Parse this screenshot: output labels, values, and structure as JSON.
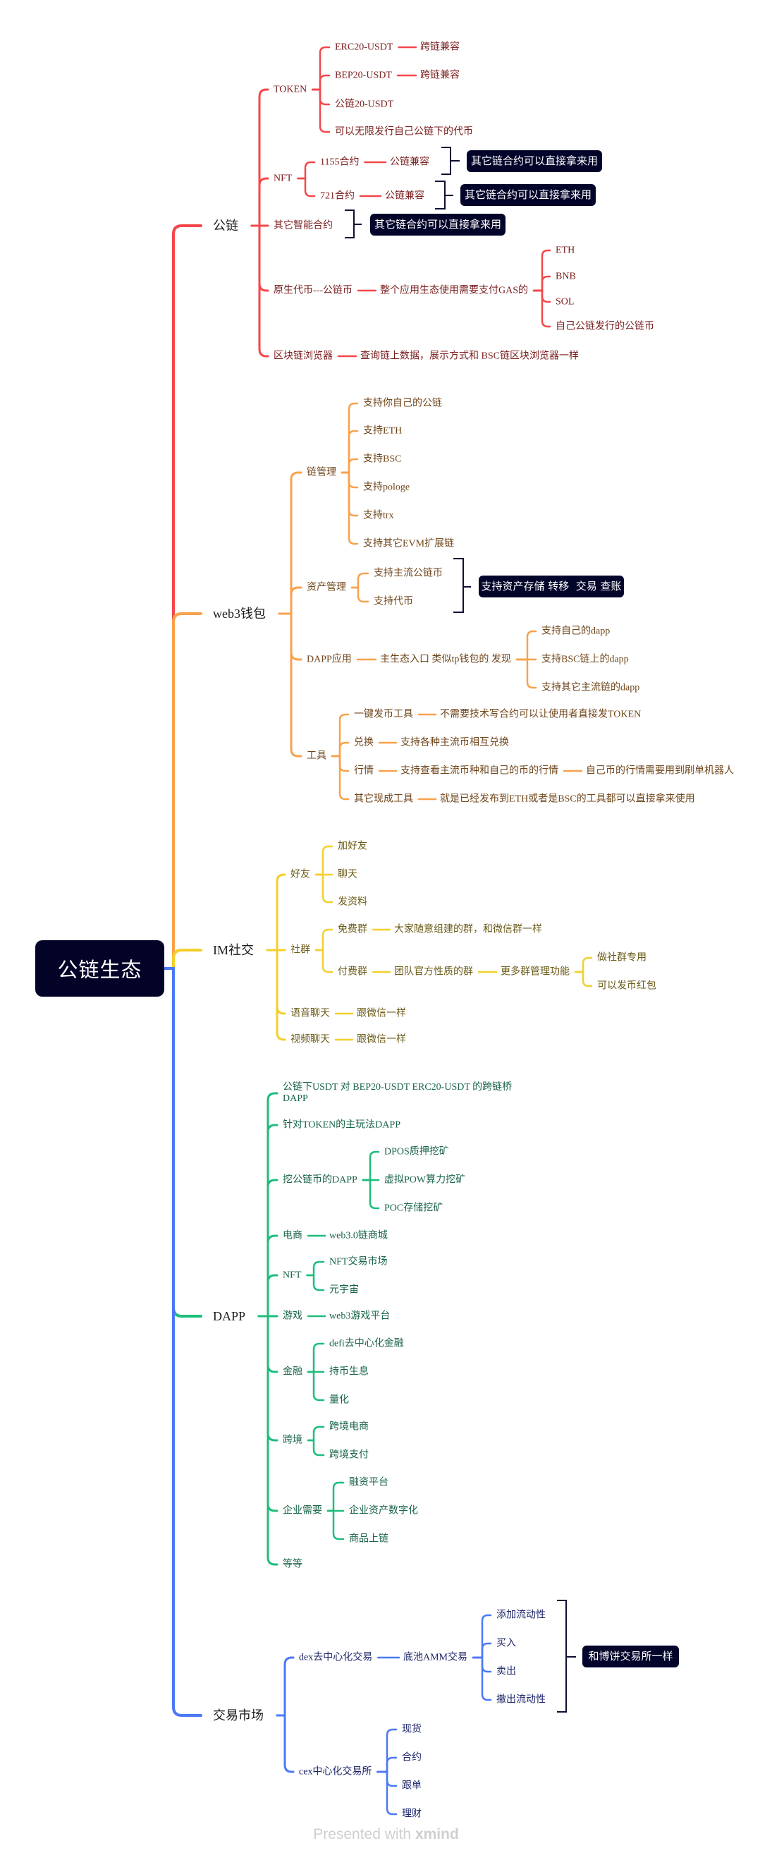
{
  "colors": {
    "central_bg": "#020326",
    "callout_bg": "#03042a",
    "bracket": "#0d0f33",
    "main_text": "#1c1c1c",
    "footer_text": "#cfcfcf",
    "branch_public_chain": {
      "line": "#f5474b",
      "text": "#7a1d1d"
    },
    "branch_web3_wallet": {
      "line": "#f8a24c",
      "text": "#6f461b"
    },
    "branch_im_social": {
      "line": "#f4cf2b",
      "text": "#6a5a17"
    },
    "branch_dapp": {
      "line": "#1cbe7b",
      "text": "#186447"
    },
    "branch_exchange": {
      "line": "#4b79f5",
      "text": "#1b2468"
    }
  },
  "central_topic": "公链生态",
  "public_chain": {
    "label": "公链",
    "token": {
      "label": "TOKEN",
      "items": [
        {
          "label": "ERC20-USDT",
          "note": "跨链兼容"
        },
        {
          "label": "BEP20-USDT",
          "note": "跨链兼容"
        },
        {
          "label": "公链20-USDT"
        },
        {
          "label": "可以无限发行自己公链下的代币"
        }
      ]
    },
    "nft": {
      "label": "NFT",
      "items": [
        {
          "label": "1155合约",
          "note": "公链兼容",
          "callout": "其它链合约可以直接拿来用"
        },
        {
          "label": "721合约",
          "note": "公链兼容",
          "callout": "其它链合约可以直接拿来用"
        }
      ]
    },
    "smart_contracts": {
      "label": "其它智能合约",
      "callout": "其它链合约可以直接拿来用"
    },
    "native_coin": {
      "label": "原生代币---公链币",
      "note": "整个应用生态使用需要支付GAS的",
      "items": [
        "ETH",
        "BNB",
        "SOL",
        "自己公链发行的公链币"
      ]
    },
    "explorer": {
      "label": "区块链浏览器",
      "note": "查询链上数据，展示方式和 BSC链区块浏览器一样"
    }
  },
  "web3_wallet": {
    "label": "web3钱包",
    "chain_management": {
      "label": "链管理",
      "items": [
        "支持你自己的公链",
        "支持ETH",
        "支持BSC",
        "支持pologe",
        "支持trx",
        "支持其它EVM扩展链"
      ]
    },
    "asset_management": {
      "label": "资产管理",
      "items": [
        "支持主流公链币",
        "支持代币"
      ],
      "callout": "支持资产存储 转移  交易 查账"
    },
    "dapp_app": {
      "label": "DAPP应用",
      "note": "主生态入口 类似tp钱包的 发现",
      "items": [
        "支持自己的dapp",
        "支持BSC链上的dapp",
        "支持其它主流链的dapp"
      ]
    },
    "tools": {
      "label": "工具",
      "items": [
        {
          "label": "一键发币工具",
          "note": "不需要技术写合约可以让使用者直接发TOKEN"
        },
        {
          "label": "兑换",
          "note": "支持各种主流币相互兑换"
        },
        {
          "label": "行情",
          "note": "支持查看主流币种和自己的币的行情",
          "detail": "自己币的行情需要用到刷单机器人"
        },
        {
          "label": "其它现成工具",
          "note": "就是已经发布到ETH或者是BSC的工具都可以直接拿来使用"
        }
      ]
    }
  },
  "im_social": {
    "label": "IM社交",
    "friends": {
      "label": "好友",
      "items": [
        "加好友",
        "聊天",
        "发资料"
      ]
    },
    "community": {
      "label": "社群",
      "free_group": {
        "label": "免费群",
        "note": "大家随意组建的群，和微信群一样"
      },
      "paid_group": {
        "label": "付费群",
        "note": "团队官方性质的群",
        "detail": "更多群管理功能",
        "items": [
          "做社群专用",
          "可以发币红包"
        ]
      }
    },
    "voice_chat": {
      "label": "语音聊天",
      "note": "跟微信一样"
    },
    "video_chat": {
      "label": "视频聊天",
      "note": "跟微信一样"
    }
  },
  "dapp": {
    "label": "DAPP",
    "bridge": "公链下USDT 对 BEP20-USDT ERC20-USDT 的跨链桥 DAPP",
    "token_dapp": "针对TOKEN的主玩法DAPP",
    "mining": {
      "label": "挖公链币的DAPP",
      "items": [
        "DPOS质押挖矿",
        "虚拟POW算力挖矿",
        "POC存储挖矿"
      ]
    },
    "ecommerce": {
      "label": "电商",
      "note": "web3.0链商城"
    },
    "nft": {
      "label": "NFT",
      "items": [
        "NFT交易市场",
        "元宇宙"
      ]
    },
    "game": {
      "label": "游戏",
      "note": "web3游戏平台"
    },
    "finance": {
      "label": "金融",
      "items": [
        "defi去中心化金融",
        "持币生息",
        "量化"
      ]
    },
    "cross_border": {
      "label": "跨境",
      "items": [
        "跨境电商",
        "跨境支付"
      ]
    },
    "enterprise": {
      "label": "企业需要",
      "items": [
        "融资平台",
        "企业资产数字化",
        "商品上链"
      ]
    },
    "etc": "等等"
  },
  "exchange": {
    "label": "交易市场",
    "dex": {
      "label": "dex去中心化交易",
      "note": "底池AMM交易",
      "items": [
        "添加流动性",
        "买入",
        "卖出",
        "撤出流动性"
      ],
      "callout": "和博饼交易所一样"
    },
    "cex": {
      "label": "cex中心化交易所",
      "items": [
        "现货",
        "合约",
        "跟单",
        "理财"
      ]
    }
  },
  "footer": {
    "prefix": "Presented with",
    "brand": "xmind"
  }
}
